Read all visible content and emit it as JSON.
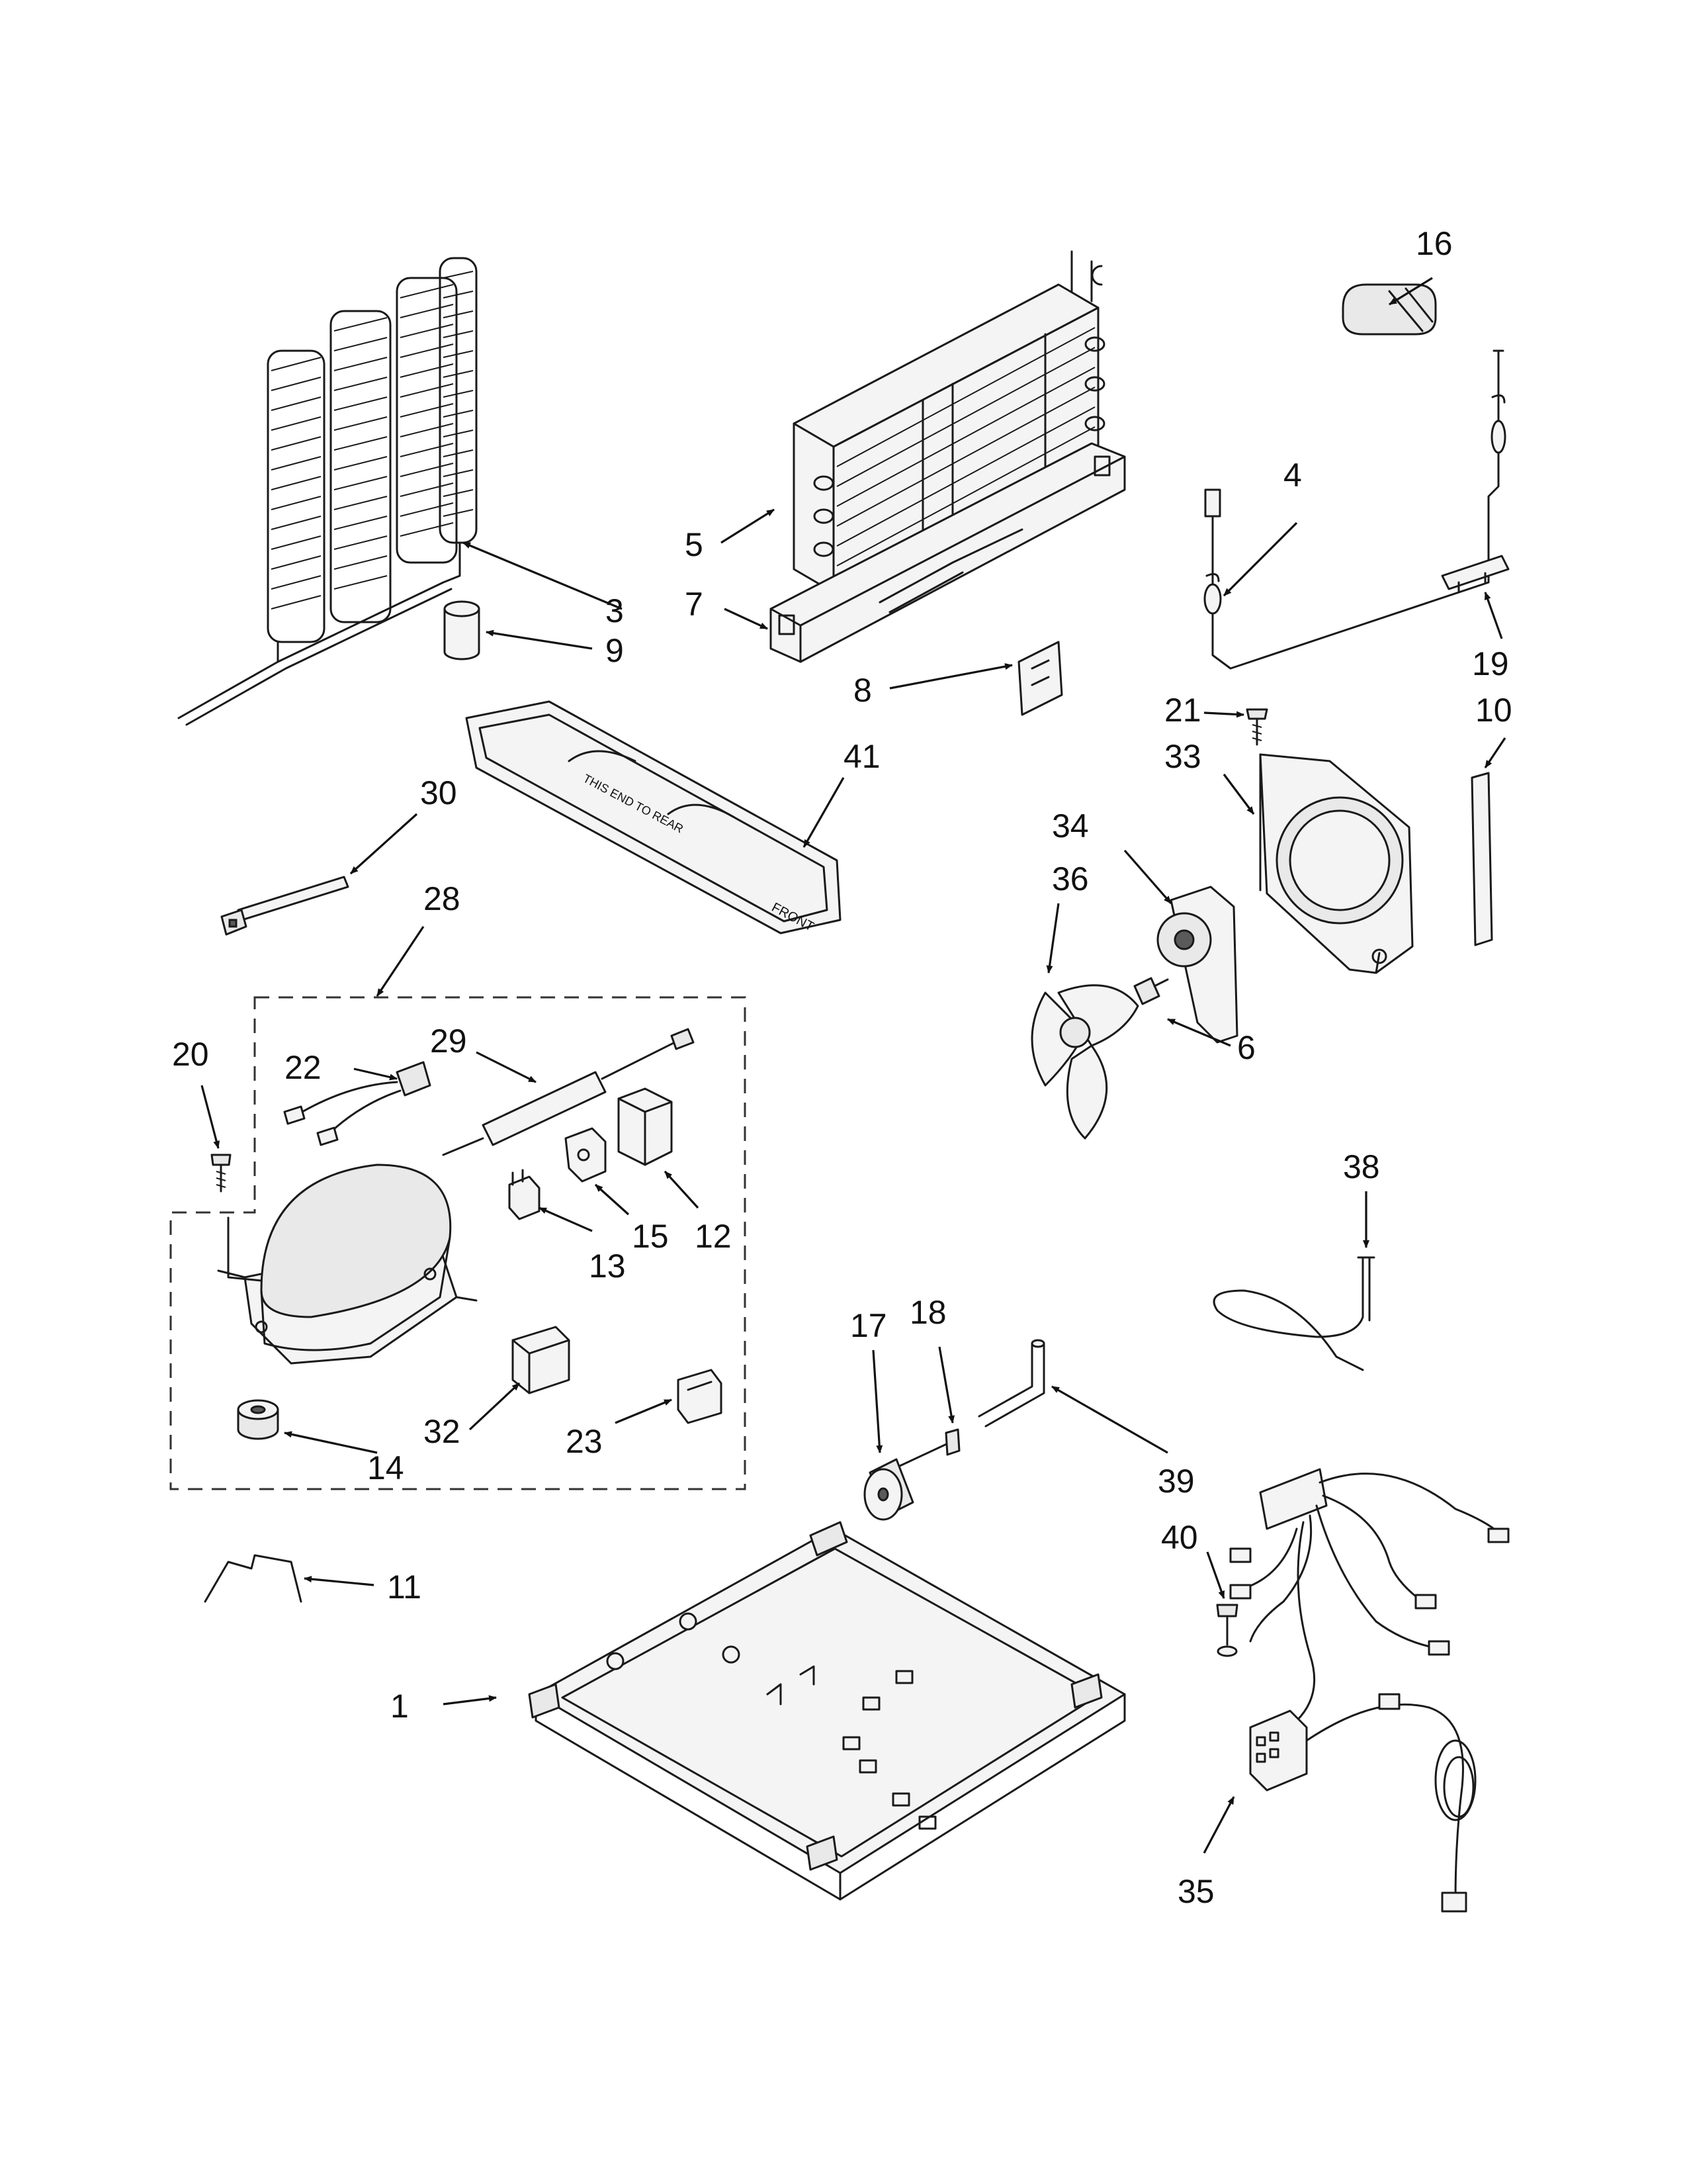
{
  "callouts": [
    {
      "id": "c1",
      "text": "1"
    },
    {
      "id": "c3",
      "text": "3"
    },
    {
      "id": "c4",
      "text": "4"
    },
    {
      "id": "c5",
      "text": "5"
    },
    {
      "id": "c6",
      "text": "6"
    },
    {
      "id": "c7",
      "text": "7"
    },
    {
      "id": "c8",
      "text": "8"
    },
    {
      "id": "c9",
      "text": "9"
    },
    {
      "id": "c10",
      "text": "10"
    },
    {
      "id": "c11",
      "text": "11"
    },
    {
      "id": "c12",
      "text": "12"
    },
    {
      "id": "c13",
      "text": "13"
    },
    {
      "id": "c14",
      "text": "14"
    },
    {
      "id": "c15",
      "text": "15"
    },
    {
      "id": "c16",
      "text": "16"
    },
    {
      "id": "c17",
      "text": "17"
    },
    {
      "id": "c18",
      "text": "18"
    },
    {
      "id": "c19",
      "text": "19"
    },
    {
      "id": "c20",
      "text": "20"
    },
    {
      "id": "c21",
      "text": "21"
    },
    {
      "id": "c22",
      "text": "22"
    },
    {
      "id": "c23",
      "text": "23"
    },
    {
      "id": "c28",
      "text": "28"
    },
    {
      "id": "c29",
      "text": "29"
    },
    {
      "id": "c30",
      "text": "30"
    },
    {
      "id": "c32",
      "text": "32"
    },
    {
      "id": "c33",
      "text": "33"
    },
    {
      "id": "c34",
      "text": "34"
    },
    {
      "id": "c35",
      "text": "35"
    },
    {
      "id": "c36",
      "text": "36"
    },
    {
      "id": "c38",
      "text": "38"
    },
    {
      "id": "c39",
      "text": "39"
    },
    {
      "id": "c40",
      "text": "40"
    },
    {
      "id": "c41",
      "text": "41"
    }
  ],
  "tray_text": {
    "front": "FRONT",
    "instruction": "THIS END TO REAR"
  }
}
